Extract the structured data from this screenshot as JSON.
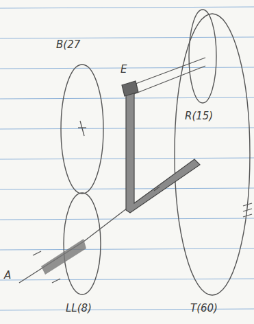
{
  "diagram": {
    "labels": [
      "B(27",
      "E",
      "R(15)",
      "LL(8)",
      "T(60)",
      "A"
    ]
  }
}
